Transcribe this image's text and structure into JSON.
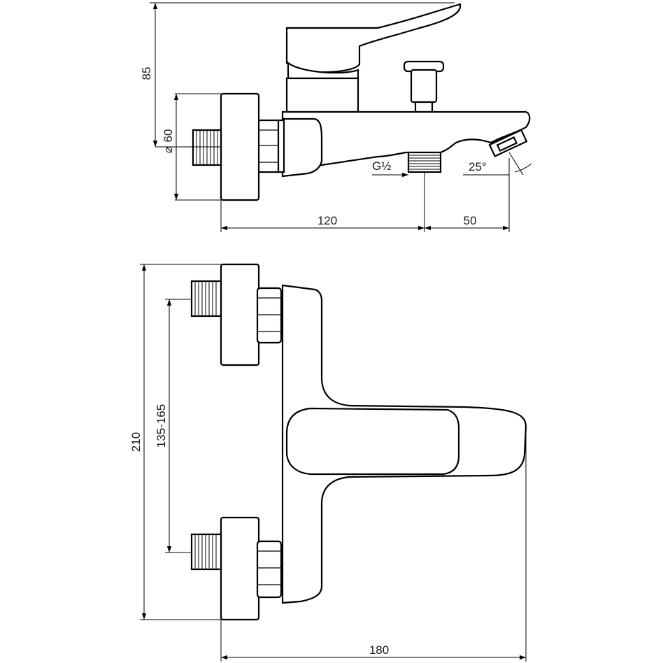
{
  "dimensions": {
    "height_85": "85",
    "diameter_60": "60",
    "diameter_symbol": "⌀",
    "thread": "G½",
    "angle": "25°",
    "length_120": "120",
    "length_50": "50",
    "height_210": "210",
    "range": "135-165",
    "width_180": "180"
  },
  "colors": {
    "line": "#000000",
    "background": "#ffffff"
  }
}
